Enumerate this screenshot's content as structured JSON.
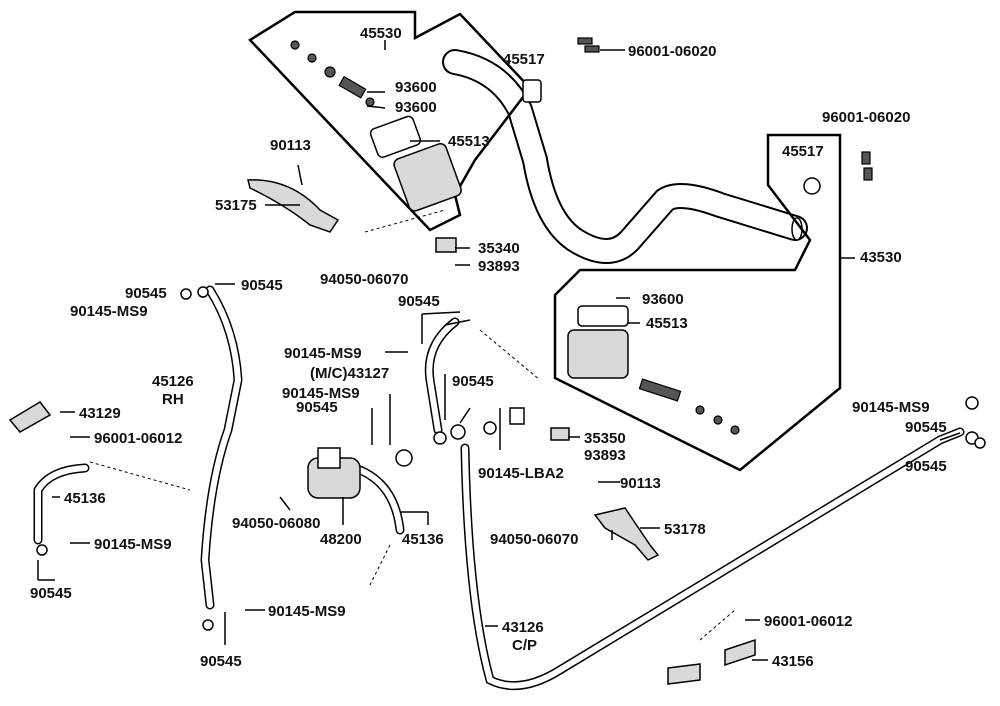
{
  "diagram": {
    "labels": [
      {
        "id": "l45530",
        "text": "45530"
      },
      {
        "id": "l45517a",
        "text": "45517"
      },
      {
        "id": "l96001a",
        "text": "96001-06020"
      },
      {
        "id": "l93600a",
        "text": "93600"
      },
      {
        "id": "l93600b",
        "text": "93600"
      },
      {
        "id": "l45513a",
        "text": "45513"
      },
      {
        "id": "l90113a",
        "text": "90113"
      },
      {
        "id": "l53175",
        "text": "53175"
      },
      {
        "id": "l96001b",
        "text": "96001-06020"
      },
      {
        "id": "l45517b",
        "text": "45517"
      },
      {
        "id": "l43530",
        "text": "43530"
      },
      {
        "id": "l35340",
        "text": "35340"
      },
      {
        "id": "l93893a",
        "text": "93893"
      },
      {
        "id": "l94050a",
        "text": "94050-06070"
      },
      {
        "id": "l90545a",
        "text": "90545"
      },
      {
        "id": "l90545b",
        "text": "90545"
      },
      {
        "id": "l90145a",
        "text": "90145-MS9"
      },
      {
        "id": "l90545c",
        "text": "90545"
      },
      {
        "id": "l93600c",
        "text": "93600"
      },
      {
        "id": "l45513b",
        "text": "45513"
      },
      {
        "id": "l90145b",
        "text": "90145-MS9"
      },
      {
        "id": "l43127",
        "text": "(M/C)43127"
      },
      {
        "id": "l45126",
        "text": "45126"
      },
      {
        "id": "lRH",
        "text": "RH"
      },
      {
        "id": "l90145c",
        "text": "90145-MS9"
      },
      {
        "id": "l90545d",
        "text": "90545"
      },
      {
        "id": "l90545e",
        "text": "90545"
      },
      {
        "id": "l90145d",
        "text": "90145-MS9"
      },
      {
        "id": "l90545f",
        "text": "90545"
      },
      {
        "id": "l43129",
        "text": "43129"
      },
      {
        "id": "l96001c",
        "text": "96001-06012"
      },
      {
        "id": "l35350",
        "text": "35350"
      },
      {
        "id": "l93893b",
        "text": "93893"
      },
      {
        "id": "l90545g",
        "text": "90545"
      },
      {
        "id": "l90145lba",
        "text": "90145-LBA2"
      },
      {
        "id": "l90113b",
        "text": "90113"
      },
      {
        "id": "l45136a",
        "text": "45136"
      },
      {
        "id": "l90145e",
        "text": "90145-MS9"
      },
      {
        "id": "l94050b",
        "text": "94050-06080"
      },
      {
        "id": "l48200",
        "text": "48200"
      },
      {
        "id": "l45136b",
        "text": "45136"
      },
      {
        "id": "l94050c",
        "text": "94050-06070"
      },
      {
        "id": "l53178",
        "text": "53178"
      },
      {
        "id": "l90545h",
        "text": "90545"
      },
      {
        "id": "l90145f",
        "text": "90145-MS9"
      },
      {
        "id": "l43126",
        "text": "43126"
      },
      {
        "id": "lCP",
        "text": "C/P"
      },
      {
        "id": "l96001d",
        "text": "96001-06012"
      },
      {
        "id": "l90545i",
        "text": "90545"
      },
      {
        "id": "l43156",
        "text": "43156"
      }
    ]
  }
}
